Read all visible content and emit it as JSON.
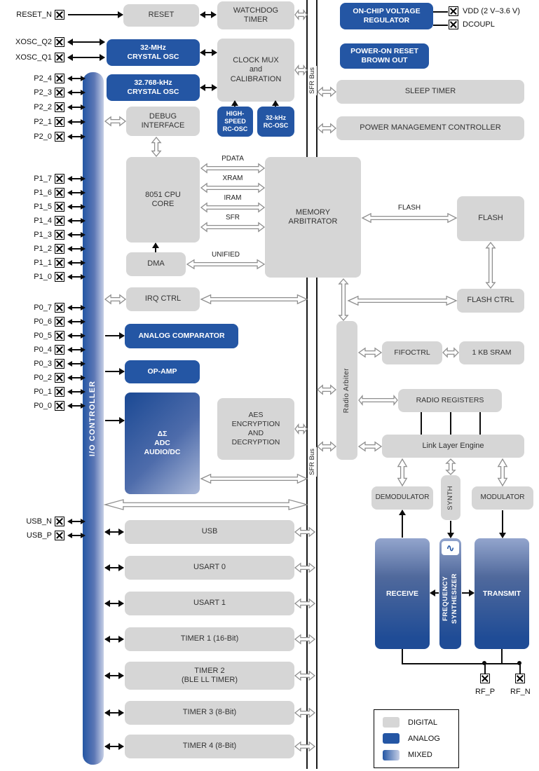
{
  "pins": {
    "reset_n": "RESET_N",
    "xosc": [
      "XOSC_Q2",
      "XOSC_Q1"
    ],
    "p2": [
      "P2_4",
      "P2_3",
      "P2_2",
      "P2_1",
      "P2_0"
    ],
    "p1": [
      "P1_7",
      "P1_6",
      "P1_5",
      "P1_4",
      "P1_3",
      "P1_2",
      "P1_1",
      "P1_0"
    ],
    "p0": [
      "P0_7",
      "P0_6",
      "P0_5",
      "P0_4",
      "P0_3",
      "P0_2",
      "P0_1",
      "P0_0"
    ],
    "usb": [
      "USB_N",
      "USB_P"
    ],
    "vdd": "VDD (2 V–3.6 V)",
    "dcoupl": "DCOUPL",
    "rf_p": "RF_P",
    "rf_n": "RF_N"
  },
  "blocks": {
    "reset": "RESET",
    "watchdog": "WATCHDOG\nTIMER",
    "clock_mux": "CLOCK MUX\nand\nCALIBRATION",
    "osc32m": "32-MHz\nCRYSTAL OSC",
    "osc32k": "32.768-kHz\nCRYSTAL OSC",
    "hs_rcosc": "HIGH-\nSPEED\nRC-OSC",
    "rcosc32k": "32-kHz\nRC-OSC",
    "debug": "DEBUG\nINTERFACE",
    "cpu": "8051 CPU\nCORE",
    "dma": "DMA",
    "irq": "IRQ CTRL",
    "memarb": "MEMORY\nARBITRATOR",
    "vreg": "ON-CHIP VOLTAGE\nREGULATOR",
    "por": "POWER-ON RESET\nBROWN OUT",
    "sleep": "SLEEP TIMER",
    "pmc": "POWER MANAGEMENT CONTROLLER",
    "flash": "FLASH",
    "flash_ctrl": "FLASH CTRL",
    "radio_arbiter": "Radio Arbiter",
    "fifoctrl": "FIFOCTRL",
    "sram": "1 KB SRAM",
    "radio_regs": "RADIO REGISTERS",
    "lle": "Link Layer Engine",
    "demod": "DEMODULATOR",
    "synth": "SYNTH",
    "mod": "MODULATOR",
    "receive": "RECEIVE",
    "freq_synth": "FREQUENCY\nSYNTHESIZER",
    "transmit": "TRANSMIT",
    "io_controller": "I/O CONTROLLER",
    "analog_comp": "ANALOG COMPARATOR",
    "opamp": "OP-AMP",
    "adc": "ΔΣ\nADC\nAUDIO/DC",
    "aes": "AES\nENCRYPTION\nAND\nDECRYPTION",
    "usb": "USB",
    "usart0": "USART 0",
    "usart1": "USART 1",
    "timer1": "TIMER 1 (16-Bit)",
    "timer2": "TIMER 2\n(BLE LL TIMER)",
    "timer3": "TIMER 3 (8-Bit)",
    "timer4": "TIMER 4 (8-Bit)"
  },
  "bus": {
    "sfr_bus": "SFR Bus",
    "pdata": "PDATA",
    "xram": "XRAM",
    "iram": "IRAM",
    "sfr": "SFR",
    "unified": "UNIFIED",
    "flash": "FLASH"
  },
  "legend": {
    "digital": "DIGITAL",
    "analog": "ANALOG",
    "mixed": "MIXED"
  },
  "icons": {
    "sine": "∿"
  },
  "colors": {
    "digital": "#d6d6d6",
    "analog": "#2456a4",
    "mixed_dark": "#2456a4",
    "mixed_light": "#c6cfe6"
  }
}
